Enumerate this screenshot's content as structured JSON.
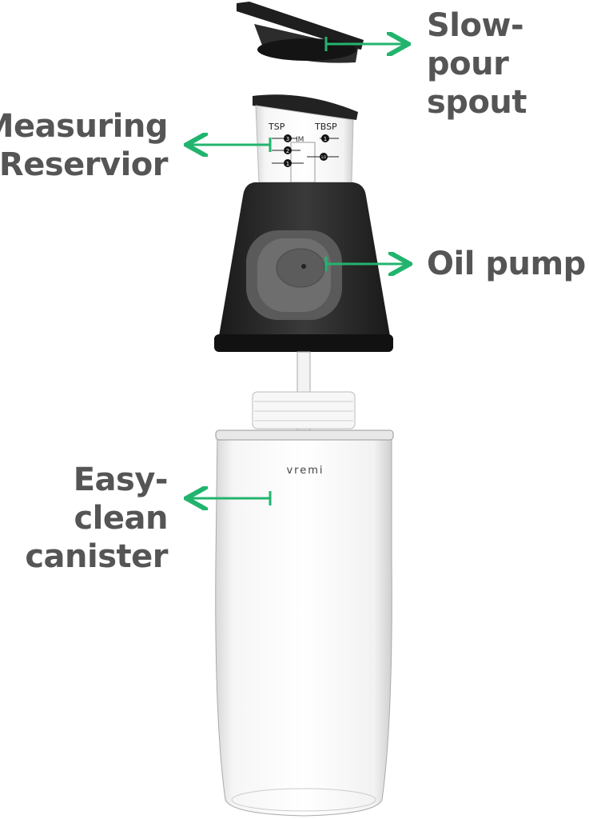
{
  "labels": {
    "spout": [
      "Slow-pour",
      "spout"
    ],
    "reservoir": [
      "Measuring",
      "Reservior"
    ],
    "pump": [
      "Oil pump"
    ],
    "canister": [
      "Easy-clean",
      "canister"
    ]
  },
  "reservoir_markings": {
    "tsp_label": "TSP",
    "tbsp_label": "TBSP",
    "tsp_values": [
      "3",
      "2",
      "1"
    ],
    "tbsp_values": [
      "1",
      "1/2"
    ],
    "center_mark": "IM"
  },
  "brand_logo": "vremi",
  "colors": {
    "arrow": "#22b46e",
    "label_text": "#555555",
    "pump_body": "#2a2a2a",
    "pump_button": "#6e6e6e"
  }
}
